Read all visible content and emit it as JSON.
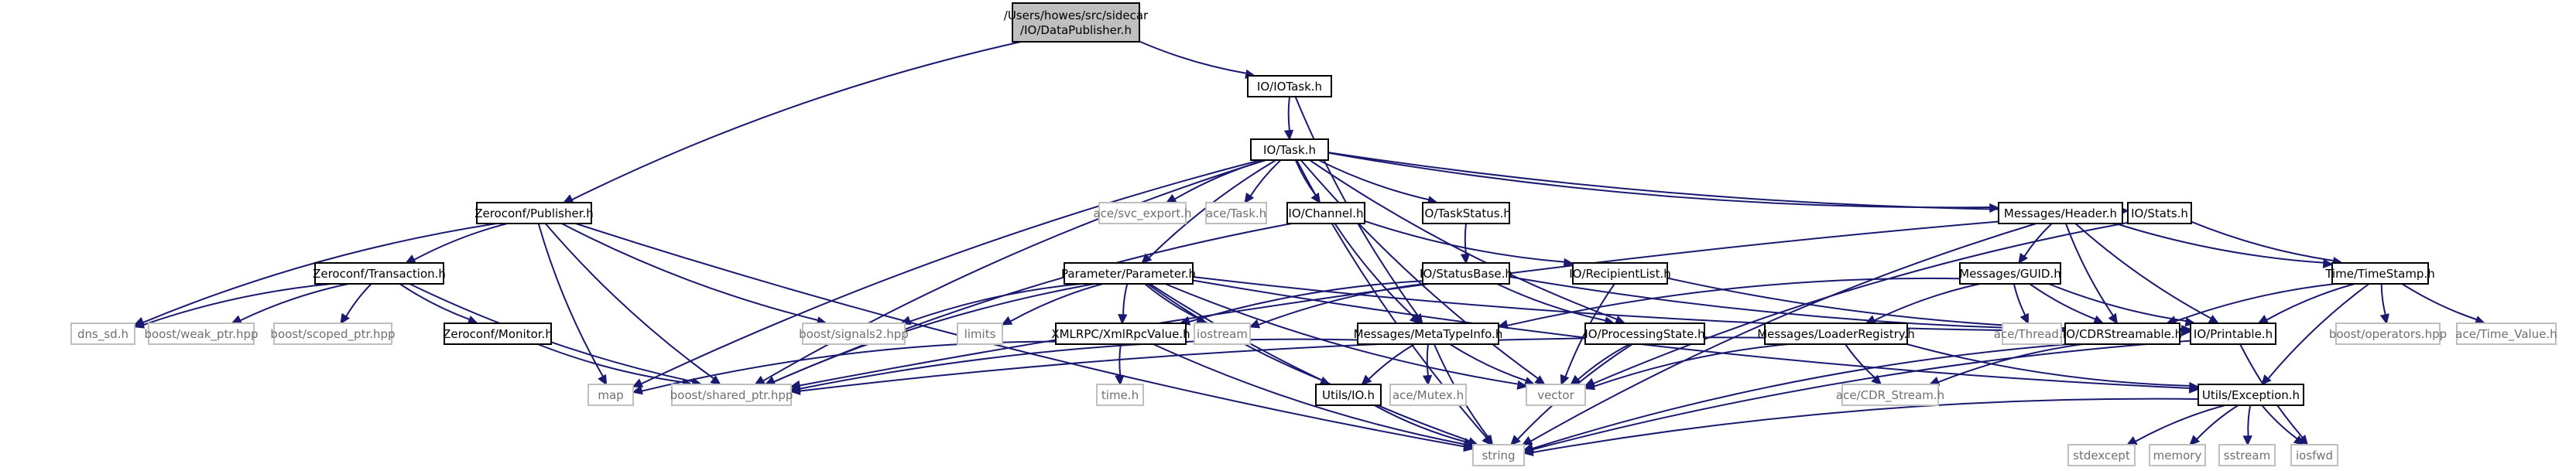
{
  "colors": {
    "node_border": "#000000",
    "system_border": "#bfbfbf",
    "root_fill": "#bfbfbf",
    "node_fill": "#ffffff",
    "edge": "#191970",
    "text": "#000000",
    "system_text": "#6f6f6f"
  },
  "nodes": [
    {
      "id": "root",
      "label": [
        "/Users/howes/src/sidecar",
        "/IO/DataPublisher.h"
      ],
      "kind": "root"
    },
    {
      "id": "iotask_h",
      "label": [
        "IO/IOTask.h"
      ],
      "kind": "project"
    },
    {
      "id": "task_h",
      "label": [
        "IO/Task.h"
      ],
      "kind": "project"
    },
    {
      "id": "zc_publisher",
      "label": [
        "Zeroconf/Publisher.h"
      ],
      "kind": "project"
    },
    {
      "id": "ace_svc",
      "label": [
        "ace/svc_export.h"
      ],
      "kind": "system"
    },
    {
      "id": "ace_task",
      "label": [
        "ace/Task.h"
      ],
      "kind": "system"
    },
    {
      "id": "io_channel",
      "label": [
        "IO/Channel.h"
      ],
      "kind": "project"
    },
    {
      "id": "io_taskstatus",
      "label": [
        "IO/TaskStatus.h"
      ],
      "kind": "project"
    },
    {
      "id": "msg_header",
      "label": [
        "Messages/Header.h"
      ],
      "kind": "project"
    },
    {
      "id": "io_stats",
      "label": [
        "IO/Stats.h"
      ],
      "kind": "project"
    },
    {
      "id": "zc_transaction",
      "label": [
        "Zeroconf/Transaction.h"
      ],
      "kind": "project"
    },
    {
      "id": "param",
      "label": [
        "Parameter/Parameter.h"
      ],
      "kind": "project"
    },
    {
      "id": "io_statusbase",
      "label": [
        "IO/StatusBase.h"
      ],
      "kind": "project"
    },
    {
      "id": "io_recipient",
      "label": [
        "IO/RecipientList.h"
      ],
      "kind": "project"
    },
    {
      "id": "msg_guid",
      "label": [
        "Messages/GUID.h"
      ],
      "kind": "project"
    },
    {
      "id": "time_stamp",
      "label": [
        "Time/TimeStamp.h"
      ],
      "kind": "project"
    },
    {
      "id": "dns_sd",
      "label": [
        "dns_sd.h"
      ],
      "kind": "system"
    },
    {
      "id": "weak_ptr",
      "label": [
        "boost/weak_ptr.hpp"
      ],
      "kind": "system"
    },
    {
      "id": "scoped_ptr",
      "label": [
        "boost/scoped_ptr.hpp"
      ],
      "kind": "system"
    },
    {
      "id": "zc_monitor",
      "label": [
        "Zeroconf/Monitor.h"
      ],
      "kind": "project"
    },
    {
      "id": "signals2",
      "label": [
        "boost/signals2.hpp"
      ],
      "kind": "system"
    },
    {
      "id": "limits",
      "label": [
        "limits"
      ],
      "kind": "system"
    },
    {
      "id": "xmlrpc",
      "label": [
        "XMLRPC/XmlRpcValue.h"
      ],
      "kind": "project"
    },
    {
      "id": "iostream",
      "label": [
        "iostream"
      ],
      "kind": "system"
    },
    {
      "id": "metatype",
      "label": [
        "Messages/MetaTypeInfo.h"
      ],
      "kind": "project"
    },
    {
      "id": "io_procstate",
      "label": [
        "IO/ProcessingState.h"
      ],
      "kind": "project"
    },
    {
      "id": "loader_reg",
      "label": [
        "Messages/LoaderRegistry.h"
      ],
      "kind": "project"
    },
    {
      "id": "ace_thread",
      "label": [
        "ace/Thread.h"
      ],
      "kind": "system"
    },
    {
      "id": "cdr_streamable",
      "label": [
        "IO/CDRStreamable.h"
      ],
      "kind": "project"
    },
    {
      "id": "io_printable",
      "label": [
        "IO/Printable.h"
      ],
      "kind": "project"
    },
    {
      "id": "boost_ops",
      "label": [
        "boost/operators.hpp"
      ],
      "kind": "system"
    },
    {
      "id": "ace_timevalue",
      "label": [
        "ace/Time_Value.h"
      ],
      "kind": "system"
    },
    {
      "id": "map",
      "label": [
        "map"
      ],
      "kind": "system"
    },
    {
      "id": "shared_ptr",
      "label": [
        "boost/shared_ptr.hpp"
      ],
      "kind": "system"
    },
    {
      "id": "time_h",
      "label": [
        "time.h"
      ],
      "kind": "system"
    },
    {
      "id": "utils_io",
      "label": [
        "Utils/IO.h"
      ],
      "kind": "project"
    },
    {
      "id": "ace_mutex",
      "label": [
        "ace/Mutex.h"
      ],
      "kind": "system"
    },
    {
      "id": "vector",
      "label": [
        "vector"
      ],
      "kind": "system"
    },
    {
      "id": "cdr_stream",
      "label": [
        "ace/CDR_Stream.h"
      ],
      "kind": "system"
    },
    {
      "id": "utils_exc",
      "label": [
        "Utils/Exception.h"
      ],
      "kind": "project"
    },
    {
      "id": "string",
      "label": [
        "string"
      ],
      "kind": "system"
    },
    {
      "id": "stdexcept",
      "label": [
        "stdexcept"
      ],
      "kind": "system"
    },
    {
      "id": "memory",
      "label": [
        "memory"
      ],
      "kind": "system"
    },
    {
      "id": "sstream",
      "label": [
        "sstream"
      ],
      "kind": "system"
    },
    {
      "id": "iosfwd",
      "label": [
        "iosfwd"
      ],
      "kind": "system"
    }
  ],
  "edges": [
    [
      "root",
      "iotask_h"
    ],
    [
      "root",
      "zc_publisher"
    ],
    [
      "iotask_h",
      "task_h"
    ],
    [
      "iotask_h",
      "metatype"
    ],
    [
      "task_h",
      "ace_svc"
    ],
    [
      "task_h",
      "ace_task"
    ],
    [
      "task_h",
      "io_channel"
    ],
    [
      "task_h",
      "io_taskstatus"
    ],
    [
      "task_h",
      "msg_header"
    ],
    [
      "task_h",
      "io_stats"
    ],
    [
      "task_h",
      "param"
    ],
    [
      "task_h",
      "map"
    ],
    [
      "task_h",
      "shared_ptr"
    ],
    [
      "task_h",
      "io_procstate"
    ],
    [
      "task_h",
      "vector"
    ],
    [
      "task_h",
      "string"
    ],
    [
      "zc_publisher",
      "zc_transaction"
    ],
    [
      "zc_publisher",
      "dns_sd"
    ],
    [
      "zc_publisher",
      "signals2"
    ],
    [
      "zc_publisher",
      "map"
    ],
    [
      "zc_publisher",
      "shared_ptr"
    ],
    [
      "zc_publisher",
      "string"
    ],
    [
      "io_channel",
      "io_recipient"
    ],
    [
      "io_channel",
      "metatype"
    ],
    [
      "io_channel",
      "shared_ptr"
    ],
    [
      "io_taskstatus",
      "io_statusbase"
    ],
    [
      "msg_header",
      "msg_guid"
    ],
    [
      "msg_header",
      "time_stamp"
    ],
    [
      "msg_header",
      "cdr_streamable"
    ],
    [
      "msg_header",
      "io_printable"
    ],
    [
      "msg_header",
      "shared_ptr"
    ],
    [
      "msg_header",
      "string"
    ],
    [
      "io_stats",
      "time_stamp"
    ],
    [
      "io_stats",
      "vector"
    ],
    [
      "zc_transaction",
      "dns_sd"
    ],
    [
      "zc_transaction",
      "weak_ptr"
    ],
    [
      "zc_transaction",
      "scoped_ptr"
    ],
    [
      "zc_transaction",
      "zc_monitor"
    ],
    [
      "zc_transaction",
      "shared_ptr"
    ],
    [
      "zc_monitor",
      "shared_ptr"
    ],
    [
      "param",
      "signals2"
    ],
    [
      "param",
      "limits"
    ],
    [
      "param",
      "xmlrpc"
    ],
    [
      "param",
      "iostream"
    ],
    [
      "param",
      "utils_io"
    ],
    [
      "param",
      "io_printable"
    ],
    [
      "param",
      "utils_exc"
    ],
    [
      "param",
      "shared_ptr"
    ],
    [
      "param",
      "vector"
    ],
    [
      "param",
      "string"
    ],
    [
      "io_statusbase",
      "iostream"
    ],
    [
      "io_statusbase",
      "xmlrpc"
    ],
    [
      "io_statusbase",
      "io_procstate"
    ],
    [
      "io_statusbase",
      "io_printable"
    ],
    [
      "io_recipient",
      "vector"
    ],
    [
      "io_recipient",
      "io_printable"
    ],
    [
      "msg_guid",
      "loader_reg"
    ],
    [
      "msg_guid",
      "ace_thread"
    ],
    [
      "msg_guid",
      "cdr_streamable"
    ],
    [
      "msg_guid",
      "io_printable"
    ],
    [
      "msg_guid",
      "metatype"
    ],
    [
      "time_stamp",
      "boost_ops"
    ],
    [
      "time_stamp",
      "ace_timevalue"
    ],
    [
      "time_stamp",
      "io_printable"
    ],
    [
      "time_stamp",
      "cdr_streamable"
    ],
    [
      "time_stamp",
      "utils_exc"
    ],
    [
      "xmlrpc",
      "map"
    ],
    [
      "xmlrpc",
      "time_h"
    ],
    [
      "xmlrpc",
      "string"
    ],
    [
      "metatype",
      "utils_io"
    ],
    [
      "metatype",
      "ace_mutex"
    ],
    [
      "metatype",
      "vector"
    ],
    [
      "metatype",
      "string"
    ],
    [
      "metatype",
      "shared_ptr"
    ],
    [
      "io_procstate",
      "vector"
    ],
    [
      "io_procstate",
      "string"
    ],
    [
      "loader_reg",
      "vector"
    ],
    [
      "loader_reg",
      "cdr_stream"
    ],
    [
      "loader_reg",
      "utils_exc"
    ],
    [
      "loader_reg",
      "shared_ptr"
    ],
    [
      "cdr_streamable",
      "cdr_stream"
    ],
    [
      "cdr_streamable",
      "string"
    ],
    [
      "io_printable",
      "string"
    ],
    [
      "io_printable",
      "iosfwd"
    ],
    [
      "utils_io",
      "string"
    ],
    [
      "utils_exc",
      "stdexcept"
    ],
    [
      "utils_exc",
      "memory"
    ],
    [
      "utils_exc",
      "sstream"
    ],
    [
      "utils_exc",
      "iosfwd"
    ],
    [
      "utils_exc",
      "string"
    ]
  ]
}
